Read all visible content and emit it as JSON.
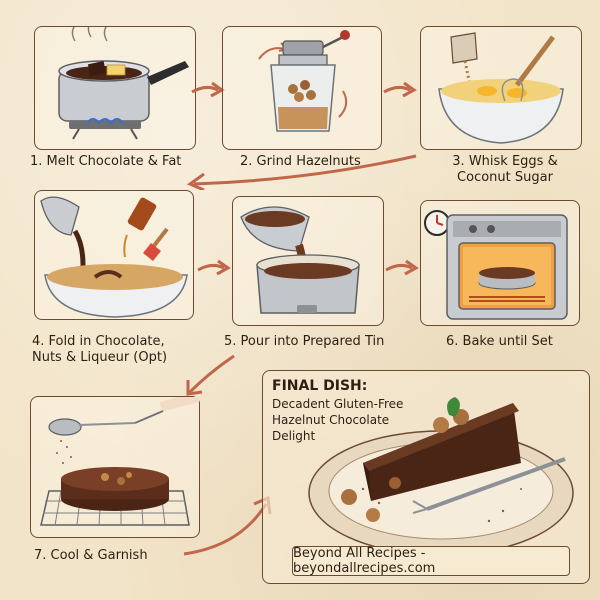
{
  "steps": [
    {
      "label": "1. Melt Chocolate & Fat"
    },
    {
      "label": "2. Grind Hazelnuts"
    },
    {
      "label": "3. Whisk Eggs &\nCoconut Sugar"
    },
    {
      "label": "4. Fold in Chocolate,\nNuts & Liqueur (Opt)"
    },
    {
      "label": "5. Pour into Prepared Tin"
    },
    {
      "label": "6. Bake until Set"
    },
    {
      "label": "7. Cool & Garnish"
    }
  ],
  "final": {
    "title": "FINAL DISH:",
    "subtitle": "Decadent Gluten-Free\nHazelnut Chocolate\nDelight"
  },
  "footer": {
    "banner_text": "Beyond All Recipes - beyondallrecipes.com"
  },
  "colors": {
    "paper": "#f2e4c8",
    "ink": "#6b4c33",
    "chocolate": "#5a2e1a",
    "hazelnut": "#a8703e",
    "steel": "#b9bcc0"
  }
}
